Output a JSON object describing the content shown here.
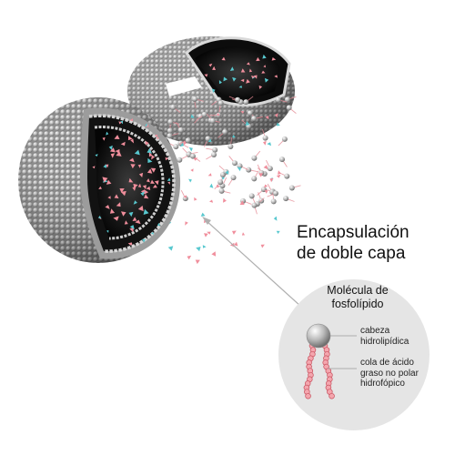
{
  "title": {
    "line1": "Encapsulación",
    "line2": "de doble capa"
  },
  "inset": {
    "title_line1": "Molécula de",
    "title_line2": "fosfolípido",
    "head_label_line1": "cabeza",
    "head_label_line2": "hidrolipídica",
    "tail_label_line1": "cola de ácido",
    "tail_label_line2": "graso no polar",
    "tail_label_line3": "hidrofópico"
  },
  "colors": {
    "head": "#9a9a9a",
    "head_light": "#f2f2f2",
    "core": "#111111",
    "tail": "#e58b95",
    "cargo_pink": "#f08e9c",
    "cargo_cyan": "#58c8cf",
    "inset_bg": "#e5e5e5",
    "pointer": "#b0b0b0"
  },
  "icons": {
    "liposome_front": "liposome-cutaway-icon",
    "liposome_back": "liposome-cutaway-icon",
    "molecule": "phospholipid-molecule-icon"
  }
}
